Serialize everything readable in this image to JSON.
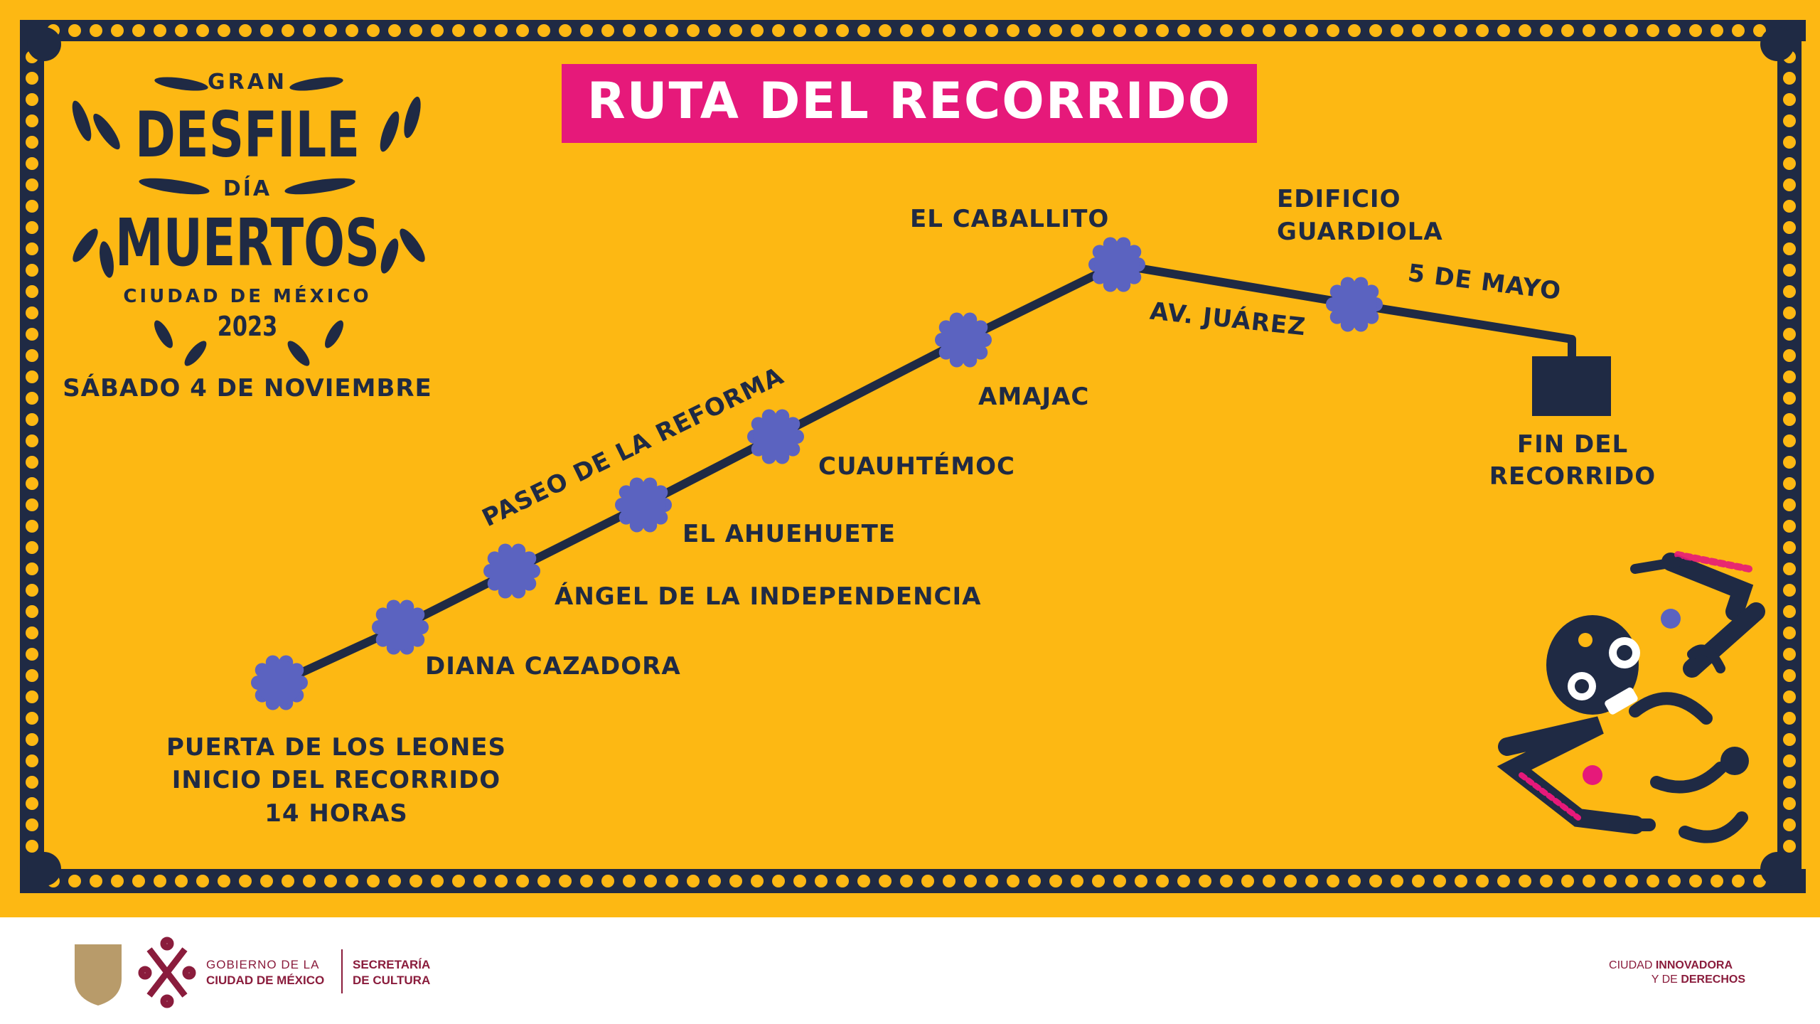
{
  "colors": {
    "background": "#fdb813",
    "navy": "#1f2a44",
    "pink": "#e6197a",
    "marker": "#5b63c0",
    "footer_maroon": "#8a1c3c"
  },
  "title": "RUTA DEL RECORRIDO",
  "logo": {
    "gran": "GRAN",
    "desfile": "DESFILE",
    "dia": "DÍA",
    "muertos": "MUERTOS",
    "ciudad": "CIUDAD DE MÉXICO",
    "year": "2023"
  },
  "date": "SÁBADO 4 DE NOVIEMBRE",
  "route": {
    "start": [
      "PUERTA DE LOS LEONES",
      "INICIO DEL RECORRIDO",
      "14 HORAS"
    ],
    "stops": [
      "DIANA CAZADORA",
      "ÁNGEL DE LA INDEPENDENCIA",
      "EL AHUEHUETE",
      "CUAUHTÉMOC",
      "AMAJAC",
      "EL CABALLITO"
    ],
    "guardiola": [
      "EDIFICIO",
      "GUARDIOLA"
    ],
    "end": [
      "FIN DEL",
      "RECORRIDO"
    ],
    "streets": {
      "reforma": "PASEO DE LA REFORMA",
      "juarez": "AV. JUÁREZ",
      "mayo": "5 DE MAYO"
    }
  },
  "footer": {
    "gob_line1": "GOBIERNO DE LA",
    "gob_line2": "CIUDAD DE MÉXICO",
    "sec_line1": "SECRETARÍA",
    "sec_line2": "DE CULTURA",
    "slogan_a": "CIUDAD",
    "slogan_b": "INNOVADORA",
    "slogan_c": "Y DE",
    "slogan_d": "DERECHOS"
  }
}
